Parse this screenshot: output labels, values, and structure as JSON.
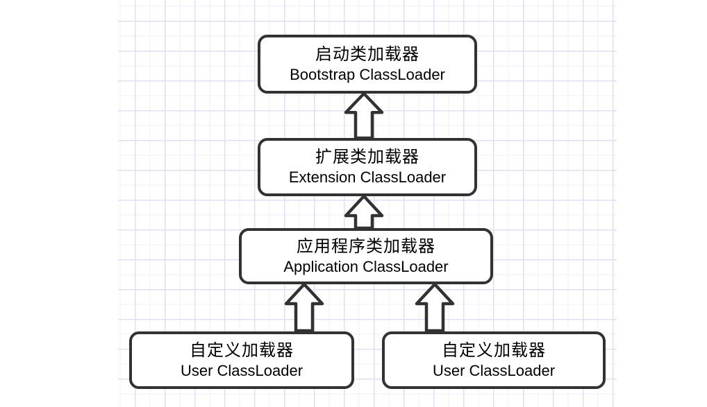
{
  "diagram": {
    "description": "Java ClassLoader delegation hierarchy",
    "nodes": [
      {
        "id": "bootstrap",
        "label_zh": "启动类加载器",
        "label_en": "Bootstrap ClassLoader"
      },
      {
        "id": "extension",
        "label_zh": "扩展类加载器",
        "label_en": "Extension ClassLoader"
      },
      {
        "id": "application",
        "label_zh": "应用程序类加载器",
        "label_en": "Application ClassLoader"
      },
      {
        "id": "user-left",
        "label_zh": "自定义加载器",
        "label_en": "User ClassLoader"
      },
      {
        "id": "user-right",
        "label_zh": "自定义加载器",
        "label_en": "User ClassLoader"
      }
    ],
    "edges": [
      {
        "from": "extension",
        "to": "bootstrap",
        "style": "hollow-block-arrow-up"
      },
      {
        "from": "application",
        "to": "extension",
        "style": "hollow-block-arrow-up"
      },
      {
        "from": "user-left",
        "to": "application",
        "style": "hollow-block-arrow-up"
      },
      {
        "from": "user-right",
        "to": "application",
        "style": "hollow-block-arrow-up"
      }
    ],
    "colors": {
      "node_border": "#323232",
      "node_fill": "#ffffff",
      "text": "#000000",
      "arrow_outline": "#323232",
      "arrow_fill": "#ffffff",
      "grid_major": "#e4def4",
      "grid_minor": "#f3effb",
      "background": "#ffffff"
    }
  }
}
